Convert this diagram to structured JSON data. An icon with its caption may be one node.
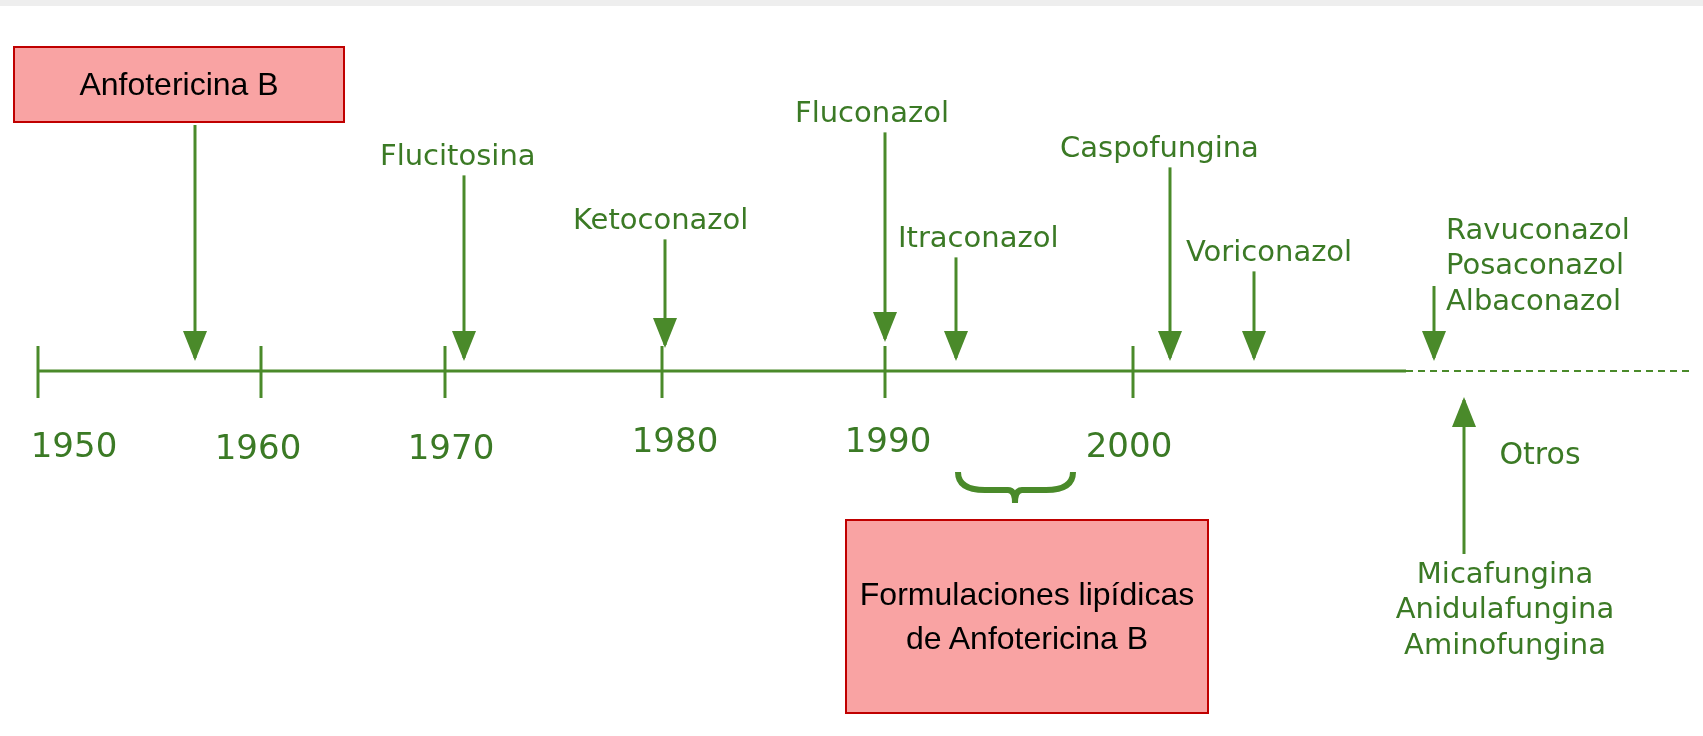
{
  "diagram": {
    "nodes": [
      {
        "text": [
          "Anfotericina B"
        ]
      },
      {
        "text": [
          "Flucitosina"
        ]
      },
      {
        "text": [
          "Ketoconazol"
        ]
      },
      {
        "text": [
          "Fluconazol"
        ]
      },
      {
        "text": [
          "Itraconazol"
        ]
      },
      {
        "text": [
          "Caspofungina"
        ]
      },
      {
        "text": [
          "Voriconazol"
        ]
      },
      {
        "text": [
          "Ravuconazol",
          "Posaconazol",
          "Albaconazol"
        ]
      },
      {
        "text": [
          "Micafungina",
          "Anidulafungina",
          "Aminofungina"
        ]
      },
      {
        "text": [
          "Formulaciones lipídicas de Anfotericina B"
        ]
      }
    ],
    "edges": [
      {
        "from": 0,
        "to": null,
        "arrow": "to"
      },
      {
        "from": 1,
        "to": null,
        "arrow": "to"
      },
      {
        "from": 2,
        "to": null,
        "arrow": "to"
      },
      {
        "from": 3,
        "to": null,
        "arrow": "to"
      },
      {
        "from": 4,
        "to": null,
        "arrow": "to"
      },
      {
        "from": 5,
        "to": null,
        "arrow": "to"
      },
      {
        "from": 6,
        "to": null,
        "arrow": "to"
      },
      {
        "from": 7,
        "to": null,
        "arrow": "to"
      },
      {
        "from": 8,
        "to": null,
        "arrow": "to",
        "label": "Otros"
      }
    ],
    "labels": [
      "1950",
      "1960",
      "1970",
      "1980",
      "1990",
      "2000"
    ]
  }
}
